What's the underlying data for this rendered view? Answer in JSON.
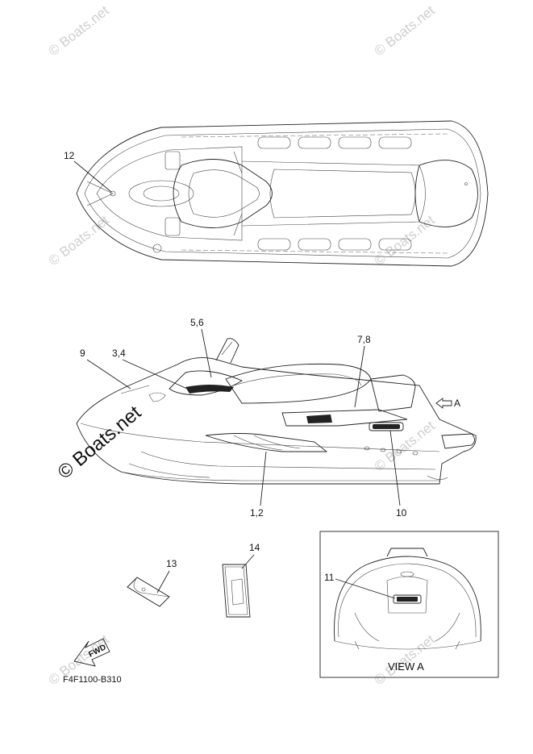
{
  "watermark": {
    "text": "© Boats.net"
  },
  "callouts": {
    "c12": "12",
    "c56": "5,6",
    "c9": "9",
    "c34": "3,4",
    "c78": "7,8",
    "cA": "A",
    "c12b": "1,2",
    "c10": "10",
    "c13": "13",
    "c14": "14",
    "c11": "11"
  },
  "view_label": "VIEW A",
  "fwd_label": "FWD",
  "part_code": "F4F1100-B310",
  "colors": {
    "line": "#222222",
    "watermark": "#cfcfcf"
  }
}
